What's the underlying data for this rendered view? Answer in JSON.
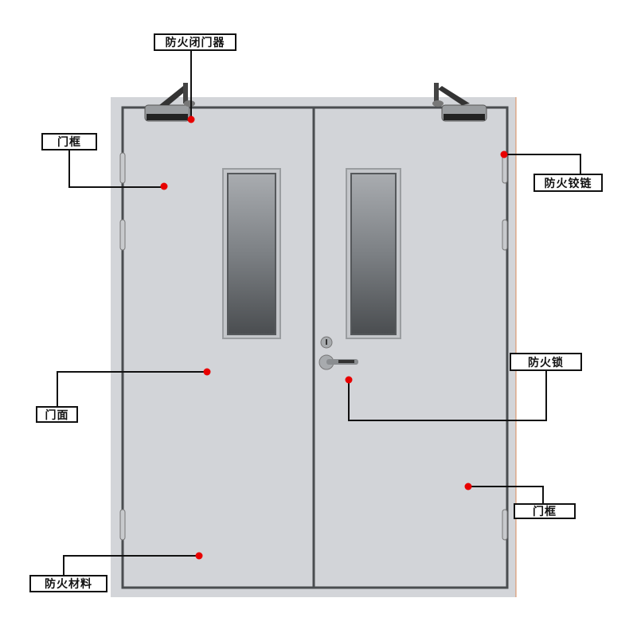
{
  "labels": {
    "door_closer": "防火闭门器",
    "door_frame_top": "门框",
    "fire_hinge": "防火铰链",
    "fire_lock": "防火锁",
    "door_panel": "门面",
    "door_frame_bottom": "门框",
    "fire_material": "防火材料"
  },
  "colors": {
    "marker": "#e80000",
    "door": "#d3d5d9",
    "outline": "#4a4d50",
    "glass": "#6a6d70"
  }
}
